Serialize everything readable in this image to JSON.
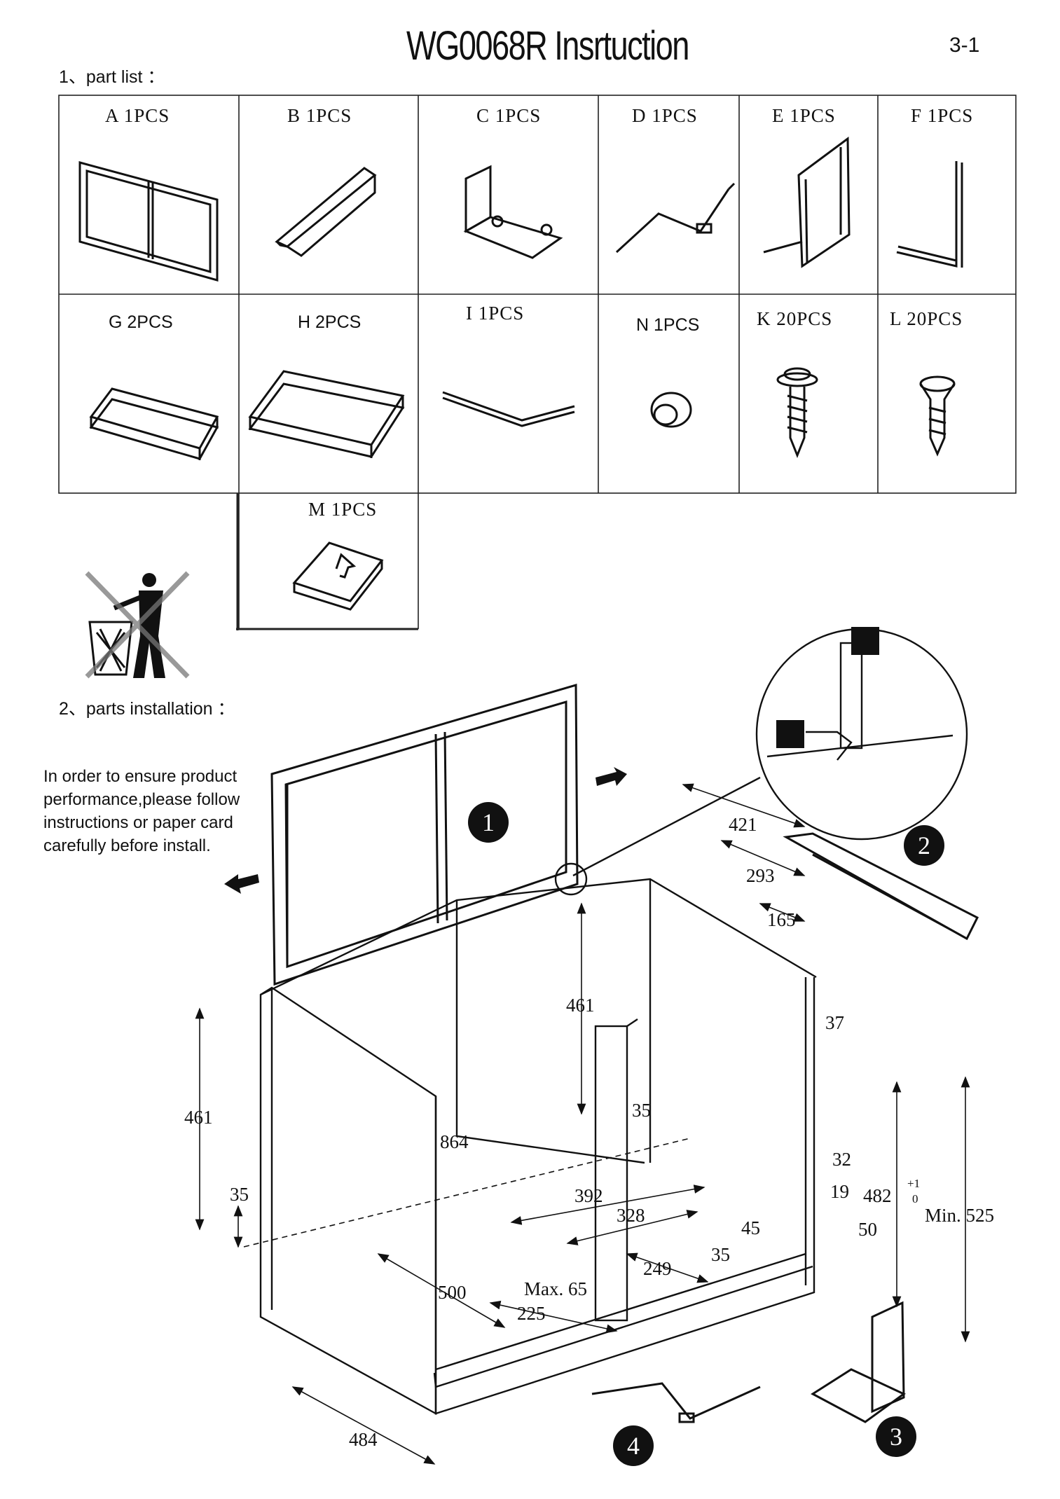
{
  "header": {
    "title": "WG0068R Insrtuction",
    "page_number": "3-1"
  },
  "sections": {
    "part_list": "1、part list ：",
    "parts_installation": "2、parts installation ："
  },
  "parts": [
    {
      "label": "A 1PCS"
    },
    {
      "label": "B 1PCS"
    },
    {
      "label": "C 1PCS"
    },
    {
      "label": "D 1PCS"
    },
    {
      "label": "E 1PCS"
    },
    {
      "label": "F 1PCS"
    },
    {
      "label": "G 2PCS"
    },
    {
      "label": "H 2PCS"
    },
    {
      "label": "I 1PCS"
    },
    {
      "label": "N 1PCS"
    },
    {
      "label": "K 20PCS"
    },
    {
      "label": "L 20PCS"
    },
    {
      "label": "M 1PCS"
    }
  ],
  "note": "In order to ensure product performance,please follow instructions or paper card carefully before install.",
  "steps": [
    "1",
    "2",
    "3",
    "4"
  ],
  "dimensions": {
    "d421": "421",
    "d293": "293",
    "d165": "165",
    "d37": "37",
    "d461_mid": "461",
    "d461_left": "461",
    "d35_left": "35",
    "d864": "864",
    "d35_mid": "35",
    "d32": "32",
    "d19": "19",
    "d482": "482",
    "tol_plus": "+1",
    "tol_zero": "0",
    "d_min525": "Min. 525",
    "d392": "392",
    "d328": "328",
    "d45": "45",
    "d50": "50",
    "d35_right": "35",
    "d249": "249",
    "d500": "500",
    "d_max65": "Max. 65",
    "d225": "225",
    "d484": "484"
  }
}
